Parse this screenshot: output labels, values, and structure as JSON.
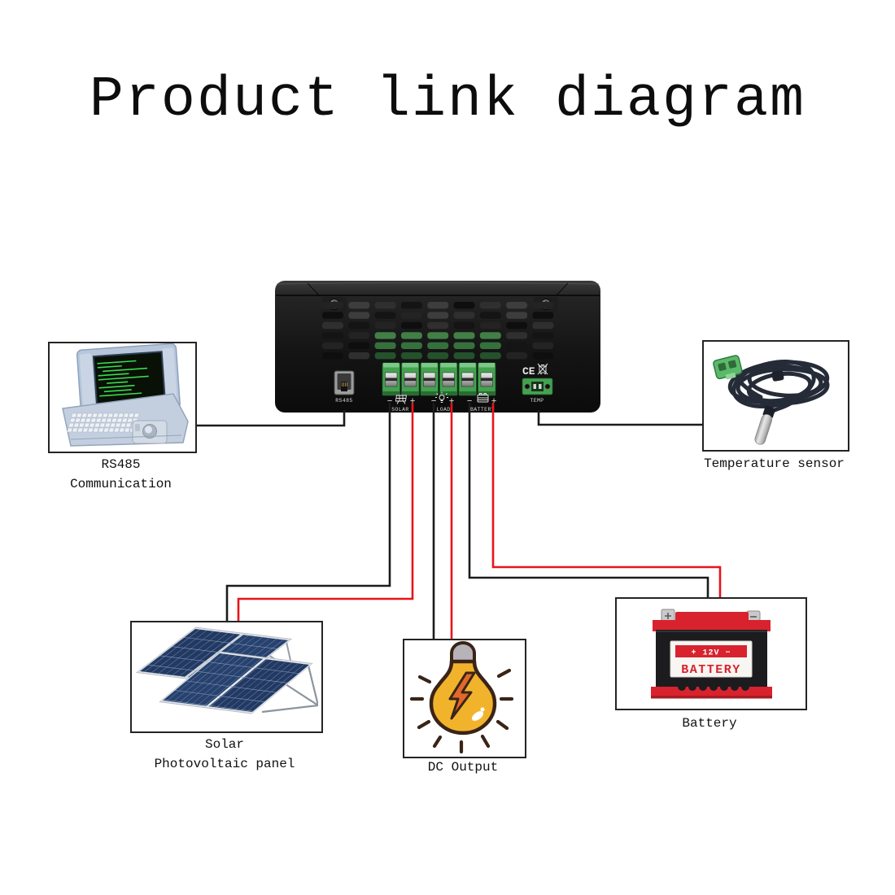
{
  "title": "Product link diagram",
  "colors": {
    "wire_red": "#e8141b",
    "wire_black": "#1c1c1c",
    "terminal_green": "#43a24f",
    "battery_red": "#d8232e",
    "cable_dark": "#252b37",
    "screen_green": "#3bd94f",
    "bulb_yellow": "#f2b32c",
    "bolt_orange": "#e2692b",
    "panel_blue": "#223a63"
  },
  "controller": {
    "rs485_port_label": "RS485",
    "temp_port_label": "TEMP",
    "ce_mark": "CE",
    "terminals": [
      {
        "minus": "−",
        "plus": "+",
        "label": "SOLAR"
      },
      {
        "minus": "−",
        "plus": "+",
        "label": "LOAD"
      },
      {
        "minus": "−",
        "plus": "+",
        "label": "BATTERY"
      }
    ]
  },
  "components": {
    "computer": {
      "label_line1": "RS485",
      "label_line2": "Communication"
    },
    "temperature_sensor": {
      "label": "Temperature sensor"
    },
    "solar_panel": {
      "label_line1": "Solar",
      "label_line2": "Photovoltaic panel"
    },
    "dc_output": {
      "label": "DC Output"
    },
    "battery": {
      "label": "Battery",
      "plate_voltage": "+ 12V −",
      "plate_name": "BATTERY"
    }
  }
}
